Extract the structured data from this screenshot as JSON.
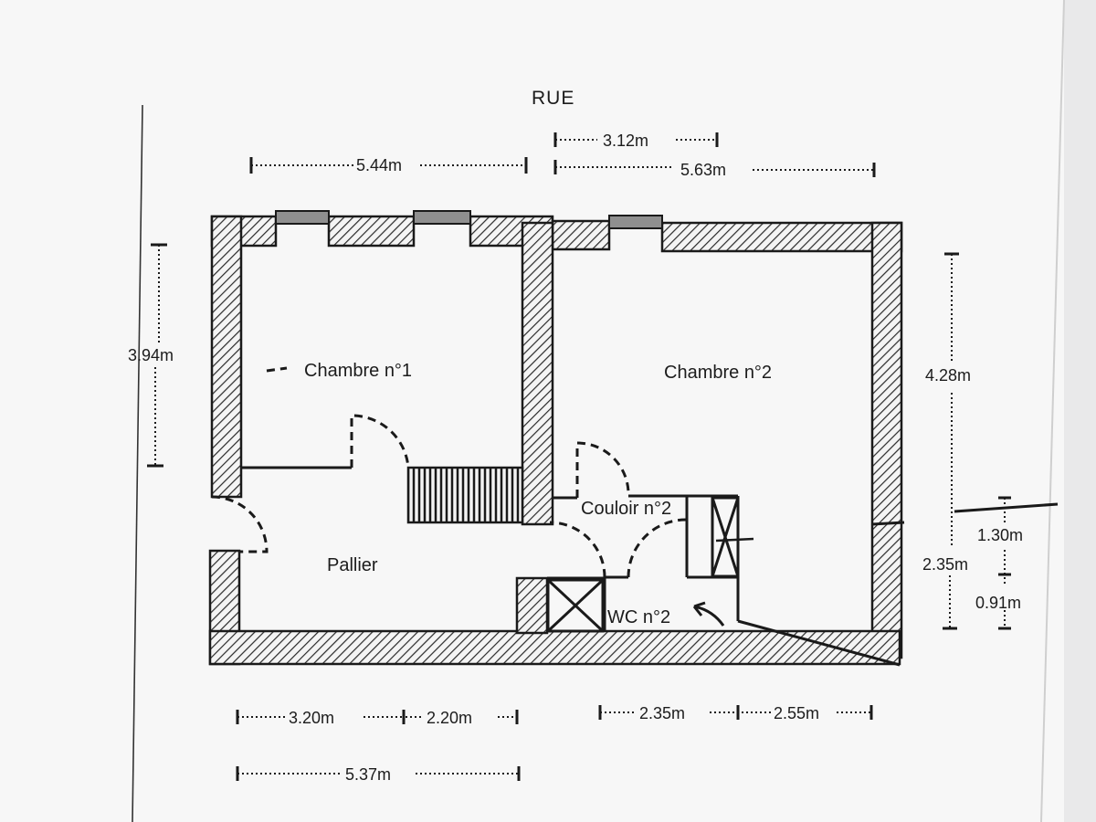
{
  "street": "RUE",
  "rooms": {
    "chambre1": "Chambre n°1",
    "chambre2": "Chambre n°2",
    "pallier": "Pallier",
    "couloir2": "Couloir n°2",
    "wc2": "WC n°2"
  },
  "dimensions": {
    "top_left_width": "5.44m",
    "top_right_window": "3.12m",
    "top_right_width": "5.63m",
    "left_height": "3.94m",
    "right_height": "4.28m",
    "right_lower": "2.35m",
    "right_small_upper": "1.30m",
    "right_small_lower": "0.91m",
    "bottom_a": "3.20m",
    "bottom_b": "2.20m",
    "bottom_c": "2.35m",
    "bottom_d": "2.55m",
    "bottom_total": "5.37m"
  },
  "colors": {
    "background": "#e9e9ea",
    "paper": "#f7f7f7",
    "wall_line": "#1a1a1a",
    "window_fill": "#8f8f8f"
  }
}
